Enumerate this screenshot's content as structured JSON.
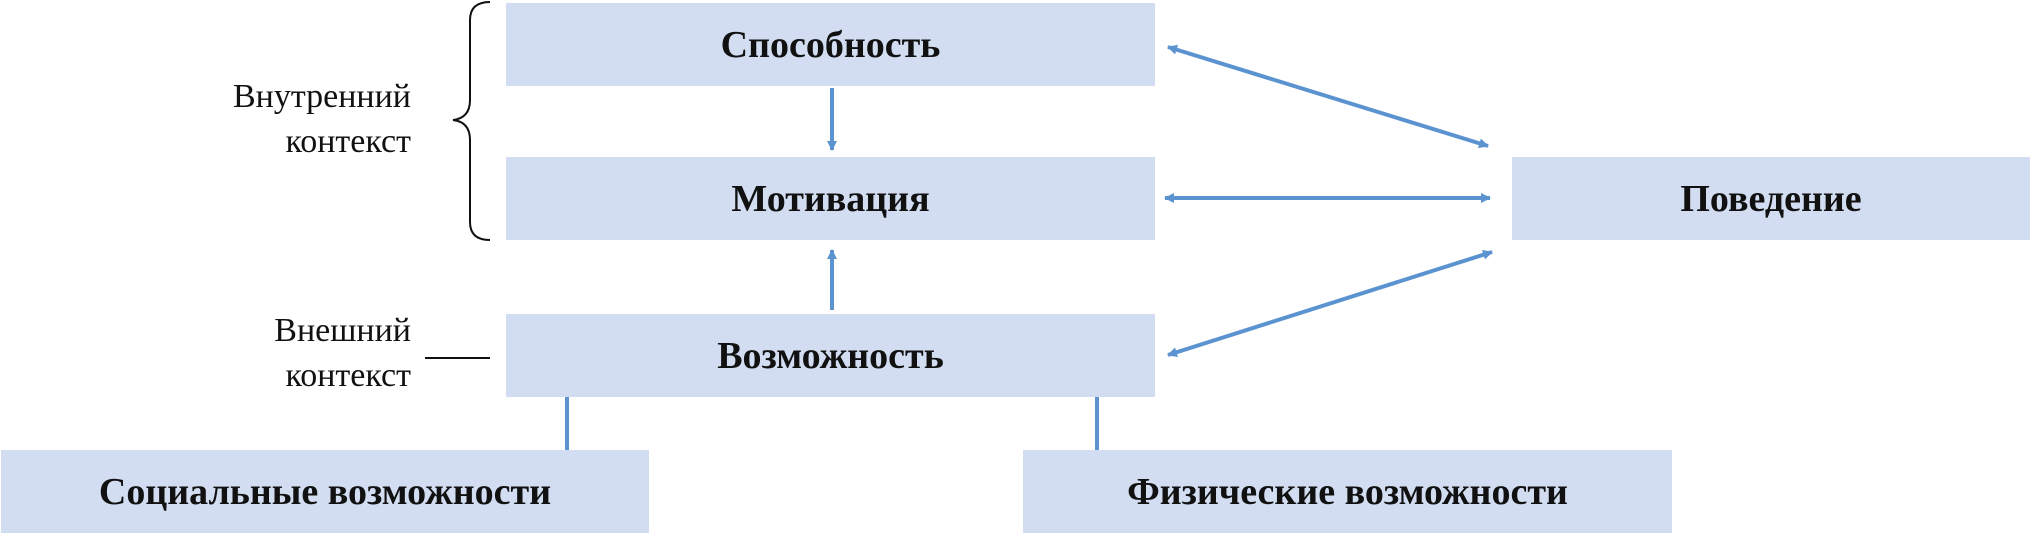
{
  "nodes": {
    "capability": "Способность",
    "motivation": "Мотивация",
    "opportunity": "Возможность",
    "behavior": "Поведение",
    "social_opportunity": "Социальные возможности",
    "physical_opportunity": "Физические возможности"
  },
  "labels": {
    "internal_line1": "Внутренний",
    "internal_line2": "контекст",
    "external_line1": "Внешний",
    "external_line2": "контекст"
  },
  "colors": {
    "box_fill": "#d2ddf2",
    "arrow": "#5b93d0",
    "text": "#111111"
  }
}
